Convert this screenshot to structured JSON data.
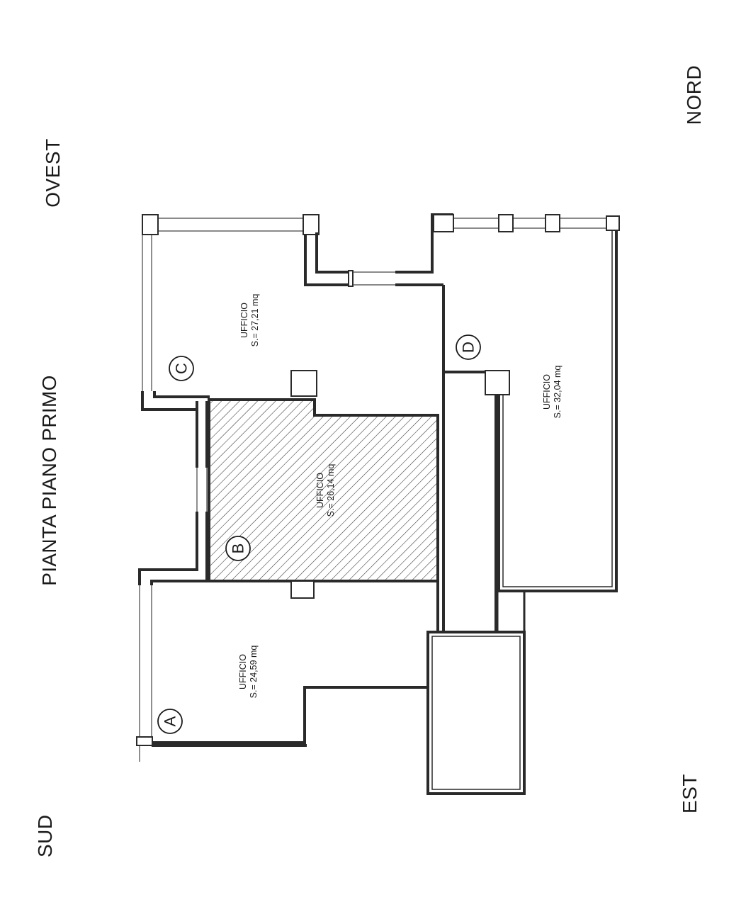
{
  "title": "PIANTA PIANO PRIMO",
  "compass": {
    "south": "SUD",
    "west": "OVEST",
    "north": "NORD",
    "east": "EST"
  },
  "rooms": [
    {
      "id": "A",
      "name": "UFFICIO",
      "area": "S.= 24,59 mq",
      "highlighted": false
    },
    {
      "id": "B",
      "name": "UFFICIO",
      "area": "S.= 26,14 mq",
      "highlighted": true
    },
    {
      "id": "C",
      "name": "UFFICIO",
      "area": "S.= 27,21 mq",
      "highlighted": false
    },
    {
      "id": "D",
      "name": "UFFICIO",
      "area": "S.= 32,04 mq",
      "highlighted": false
    }
  ],
  "colors": {
    "ink": "#1a1a1a",
    "hatch": "#333333",
    "paper": "#ffffff"
  }
}
